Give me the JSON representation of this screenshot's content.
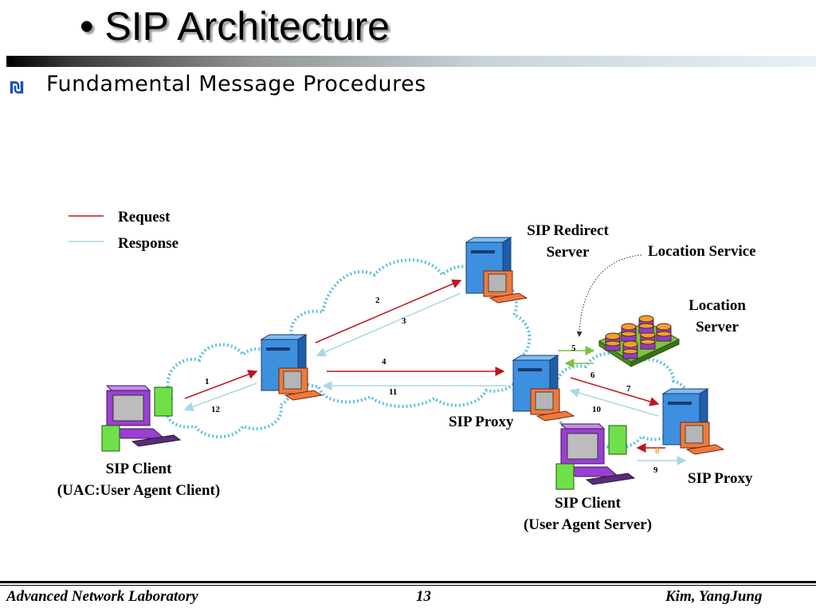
{
  "slide": {
    "title": "• SIP Architecture",
    "subtitle": "Fundamental Message Procedures"
  },
  "legend": {
    "request": "Request",
    "response": "Response",
    "request_color": "#c0161f",
    "response_color": "#a9d8e3"
  },
  "nodes": {
    "redirect_server": "SIP Redirect\nServer",
    "location_service": "Location Service",
    "location_server": "Location\nServer",
    "proxy_left_label": "SIP Proxy",
    "proxy_right_label": "SIP Proxy",
    "client_uac": "SIP Client\n(UAC:User Agent Client)",
    "client_uas": "SIP Client\n(User Agent Server)"
  },
  "steps": [
    "1",
    "2",
    "3",
    "4",
    "5",
    "6",
    "7",
    "8",
    "9",
    "10",
    "11",
    "12"
  ],
  "footer": {
    "lab": "Advanced Network Laboratory",
    "page": "13",
    "author": "Kim, YangJung"
  }
}
